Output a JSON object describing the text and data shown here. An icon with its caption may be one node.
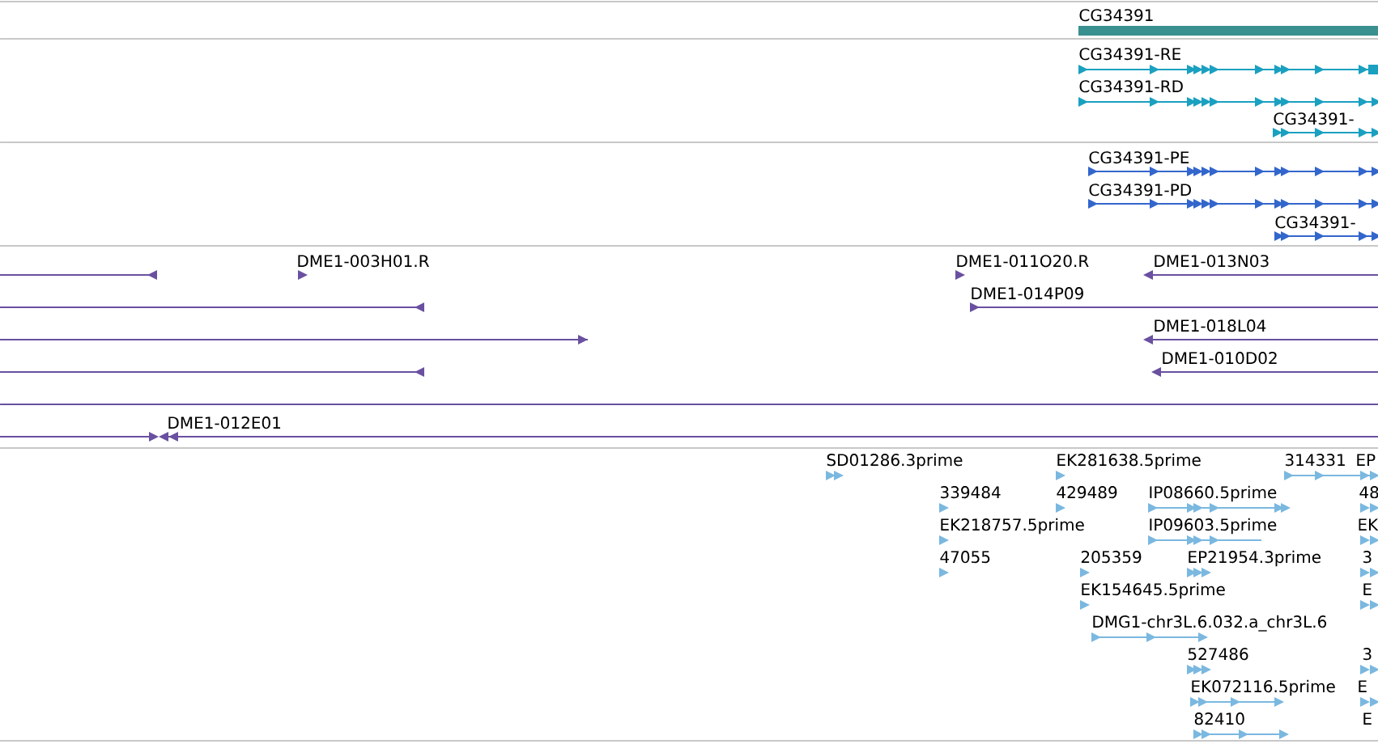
{
  "diagram": {
    "labels": [
      "CG34391",
      "CG34391-RE",
      "CG34391-RD",
      "CG34391-",
      "CG34391-PE",
      "CG34391-PD",
      "CG34391-",
      "DME1-003H01.R",
      "DME1-011O20.R",
      "DME1-013N03",
      "DME1-014P09",
      "DME1-018L04",
      "DME1-010D02",
      "DME1-012E01",
      "SD01286.3prime",
      "EK281638.5prime",
      "314331",
      "EP",
      "339484",
      "429489",
      "IP08660.5prime",
      "48",
      "EK218757.5prime",
      "IP09603.5prime",
      "EK",
      "47055",
      "205359",
      "EP21954.3prime",
      "3",
      "EK154645.5prime",
      "E",
      "DMG1-chr3L.6.032.a_chr3L.6",
      "527486",
      "3",
      "EK072116.5prime",
      "E",
      "82410",
      "E"
    ]
  }
}
